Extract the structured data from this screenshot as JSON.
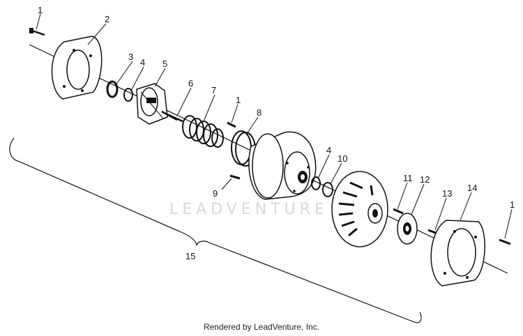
{
  "callouts": {
    "c1a": "1",
    "c2": "2",
    "c3": "3",
    "c4a": "4",
    "c5": "5",
    "c6": "6",
    "c7": "7",
    "c1b": "1",
    "c8": "8",
    "c9": "9",
    "c4b": "4",
    "c10": "10",
    "c11": "11",
    "c12": "12",
    "c13": "13",
    "c14": "14",
    "c1c": "1",
    "c15": "15"
  },
  "watermark": "LEADVENTURE",
  "footer": "Rendered by LeadVenture, Inc."
}
